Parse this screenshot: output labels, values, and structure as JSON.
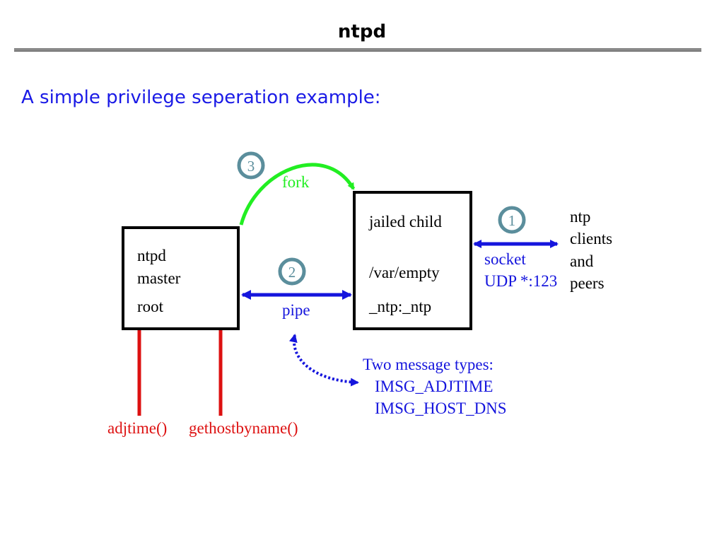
{
  "slide": {
    "title": "ntpd",
    "subtitle": "A simple privilege seperation example:"
  },
  "colors": {
    "fork_arrow": "#22ee22",
    "ipc_arrow": "#1515dd",
    "syscall_line": "#dd1111",
    "step_circle": "#5b8e9c",
    "subtitle_text": "#1a1ae6"
  },
  "diagram": {
    "master_box": {
      "lines": [
        "ntpd",
        "master",
        "root"
      ]
    },
    "child_box": {
      "lines": [
        "jailed child",
        "/var/empty",
        "_ntp:_ntp"
      ]
    },
    "steps": {
      "socket": "1",
      "pipe": "2",
      "fork": "3"
    },
    "fork_label": "fork",
    "pipe_label": "pipe",
    "socket_label": [
      "socket",
      "UDP *:123"
    ],
    "peers_label": [
      "ntp",
      "clients",
      "and",
      "peers"
    ],
    "message_types": {
      "heading": "Two message types:",
      "items": [
        "IMSG_ADJTIME",
        "IMSG_HOST_DNS"
      ]
    },
    "syscalls": [
      "adjtime()",
      "gethostbyname()"
    ]
  }
}
